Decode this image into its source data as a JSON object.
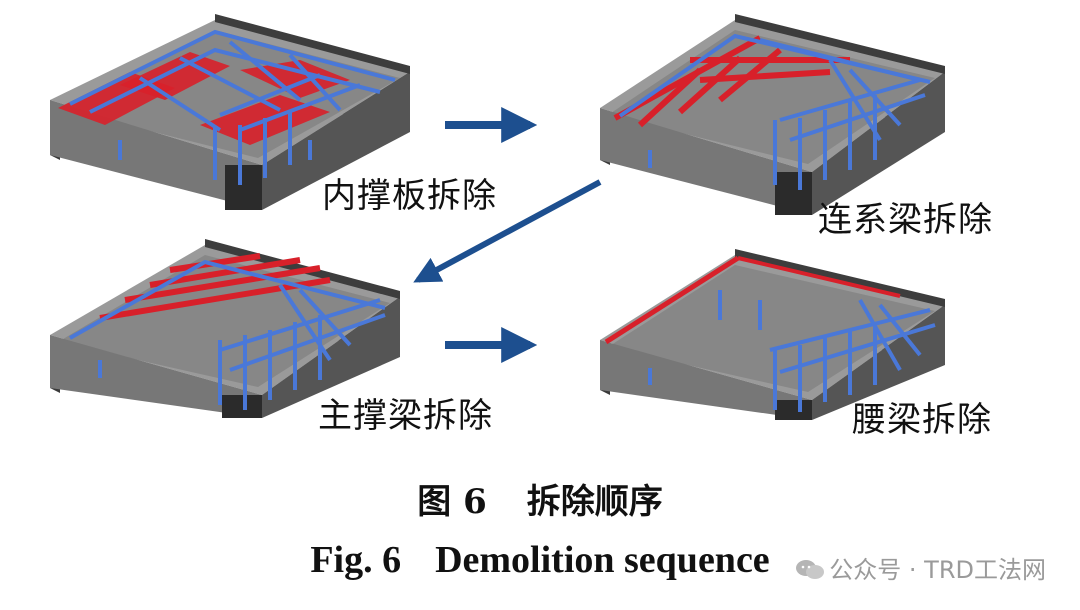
{
  "steps": [
    {
      "id": "step1",
      "label": "内撑板拆除",
      "highlight": "slabs"
    },
    {
      "id": "step2",
      "label": "连系梁拆除",
      "highlight": "tie-beams"
    },
    {
      "id": "step3",
      "label": "主撑梁拆除",
      "highlight": "main-struts"
    },
    {
      "id": "step4",
      "label": "腰梁拆除",
      "highlight": "waist-beam"
    }
  ],
  "caption": {
    "cn_fig": "图 6",
    "cn_title": "拆除顺序",
    "en_fig": "Fig. 6",
    "en_title": "Demolition sequence"
  },
  "watermark": {
    "text": "公众号 · TRD工法网",
    "icon": "wechat-icon"
  },
  "colors": {
    "wall": "#3d3d3d",
    "slab": "#8a8a8a",
    "steel": "#4a78d8",
    "removed": "#d8202a",
    "arrow": "#1d4f8f"
  }
}
